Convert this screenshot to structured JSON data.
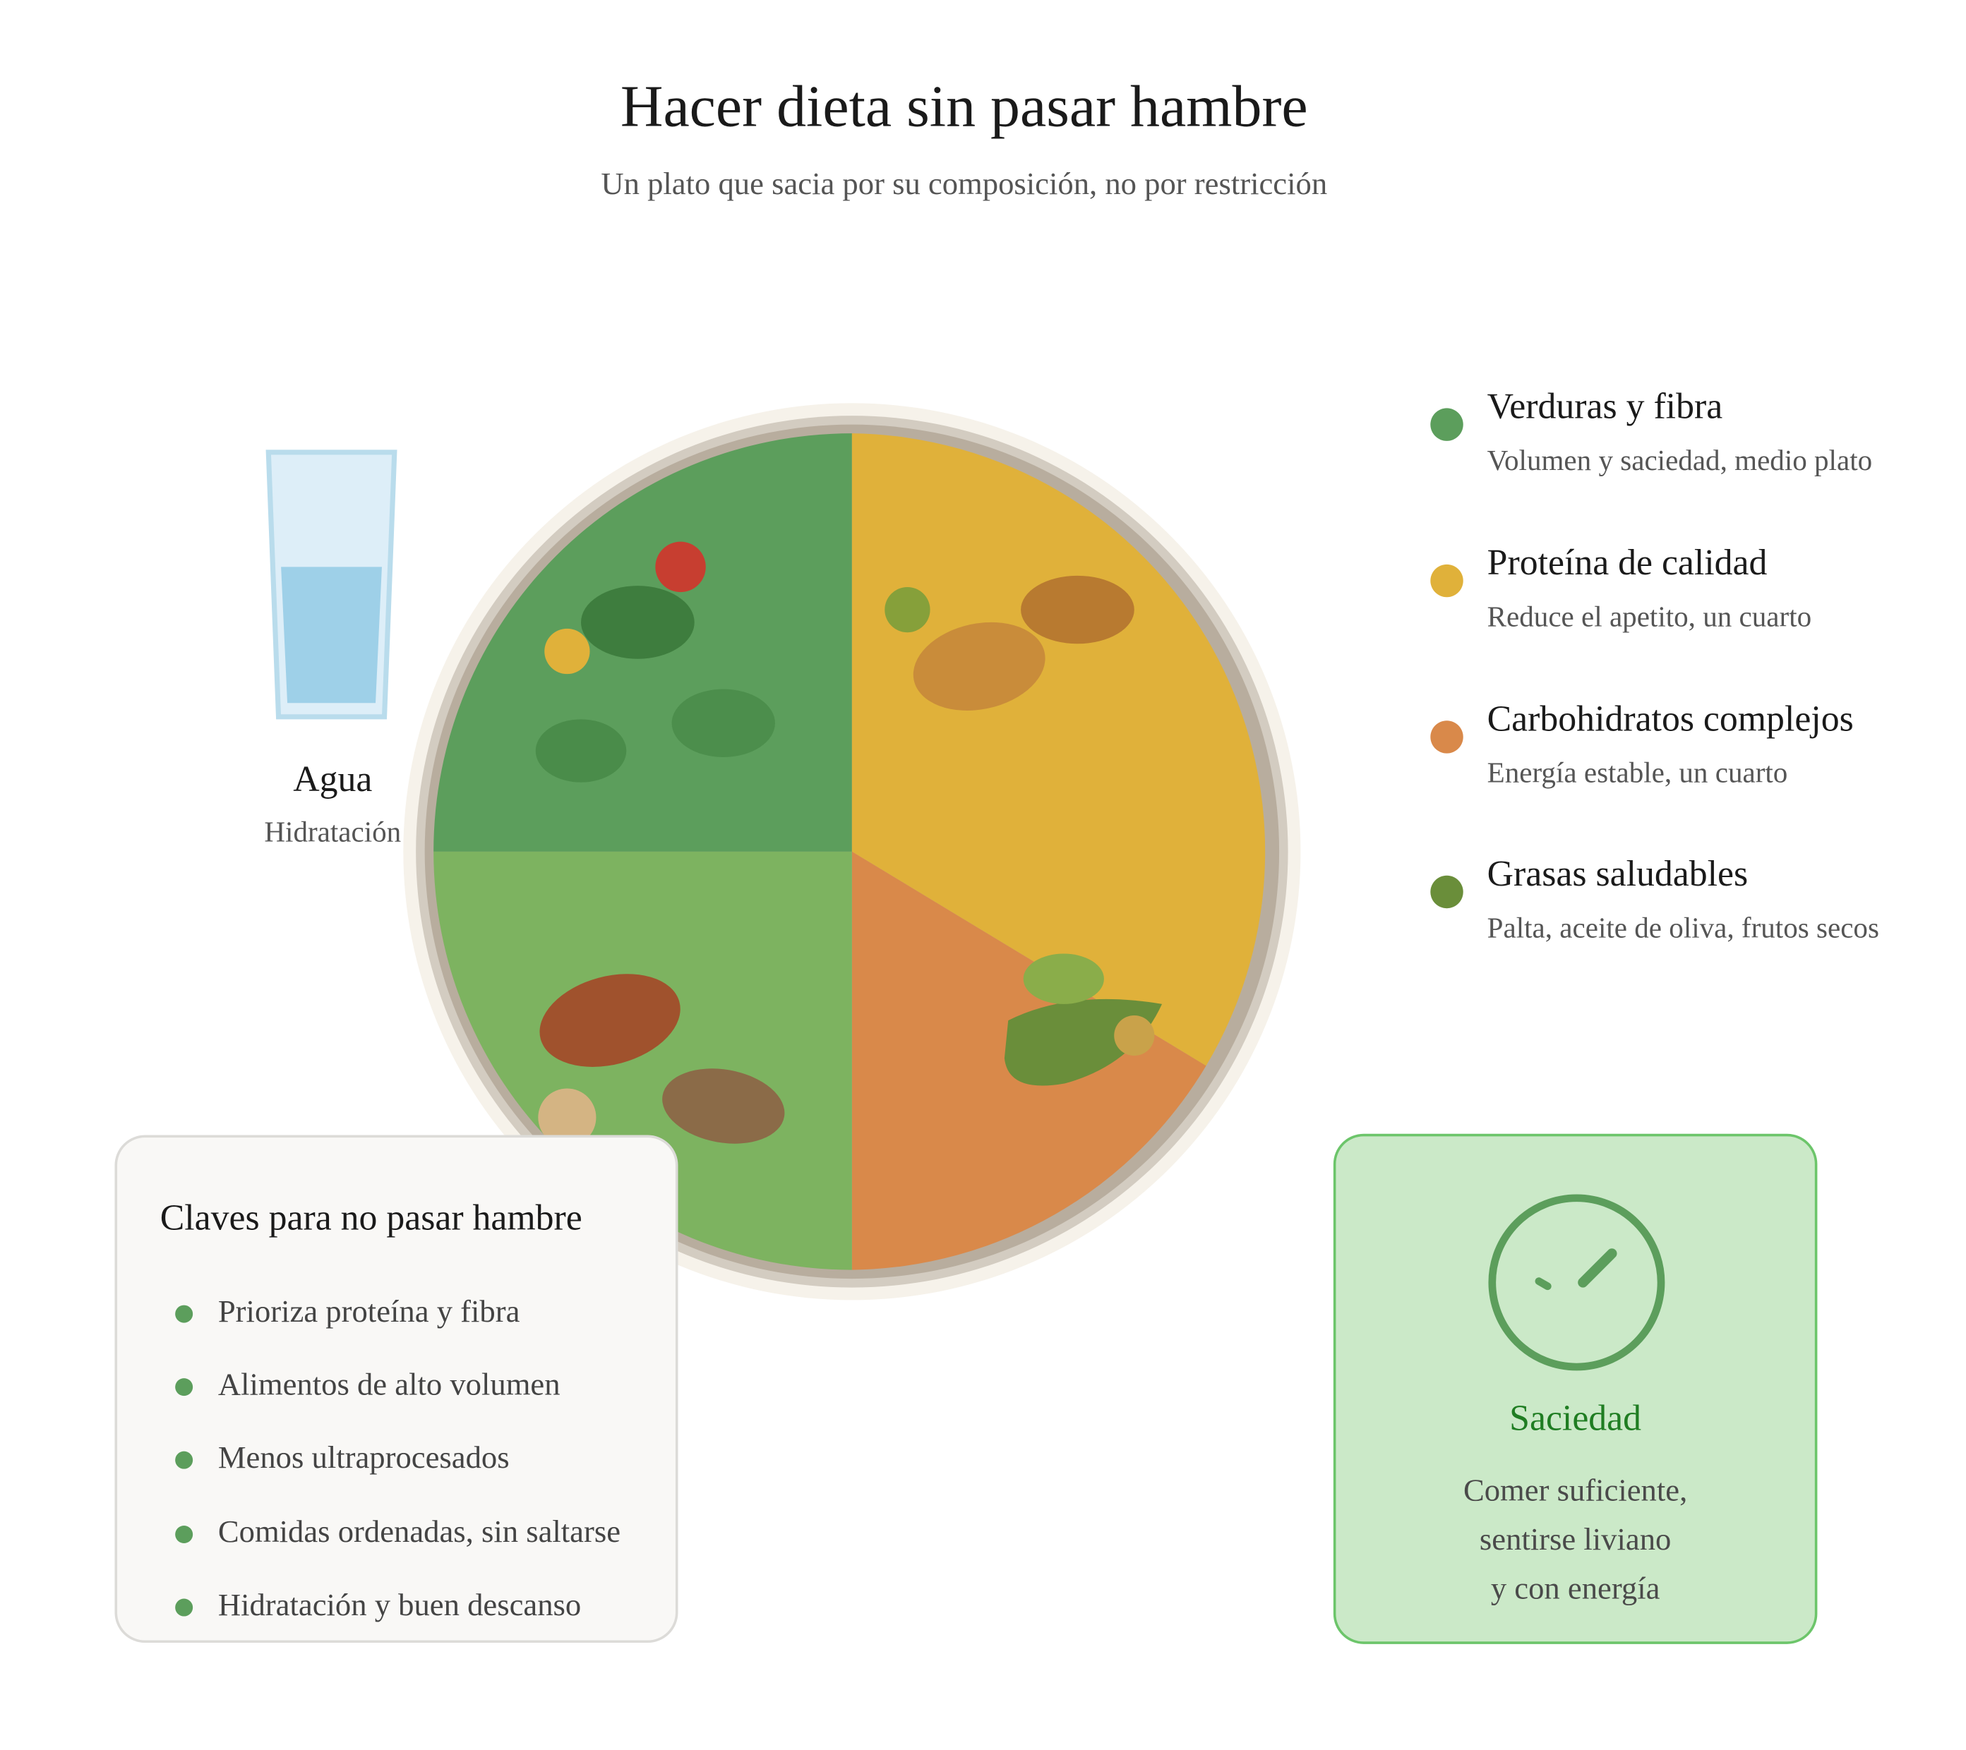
{
  "header": {
    "title": "Hacer dieta sin pasar hambre",
    "subtitle": "Un plato que sacia por su composición, no por restricción"
  },
  "water": {
    "label": "Agua",
    "sublabel": "Hidratación",
    "color": "#9ed0e8"
  },
  "plate_sections": [
    {
      "name": "verduras",
      "color": "#5c9e5c",
      "share": 0.25
    },
    {
      "name": "proteina",
      "color": "#e0b13a",
      "share": 0.33
    },
    {
      "name": "carbohidratos",
      "color": "#d9894a",
      "share": 0.17
    },
    {
      "name": "verduras-2",
      "color": "#7db360",
      "share": 0.25
    }
  ],
  "legend": [
    {
      "title": "Verduras y fibra",
      "description": "Volumen y saciedad, medio plato",
      "color": "#5c9e5c"
    },
    {
      "title": "Proteína de calidad",
      "description": "Reduce el apetito, un cuarto",
      "color": "#e0b13a"
    },
    {
      "title": "Carbohidratos complejos",
      "description": "Energía estable, un cuarto",
      "color": "#d9894a"
    },
    {
      "title": "Grasas saludables",
      "description": "Palta, aceite de oliva, frutos secos",
      "color": "#6a8e3a"
    }
  ],
  "keys": {
    "title": "Claves para no pasar hambre",
    "items": [
      "Prioriza proteína y fibra",
      "Alimentos de alto volumen",
      "Menos ultraprocesados",
      "Comidas ordenadas, sin saltarse",
      "Hidratación y buen descanso"
    ]
  },
  "satiety": {
    "title": "Saciedad",
    "lines": [
      "Comer suficiente,",
      "sentirse liviano",
      "y con energía"
    ],
    "icon": "gauge-icon",
    "color": "#5c9e5c"
  }
}
